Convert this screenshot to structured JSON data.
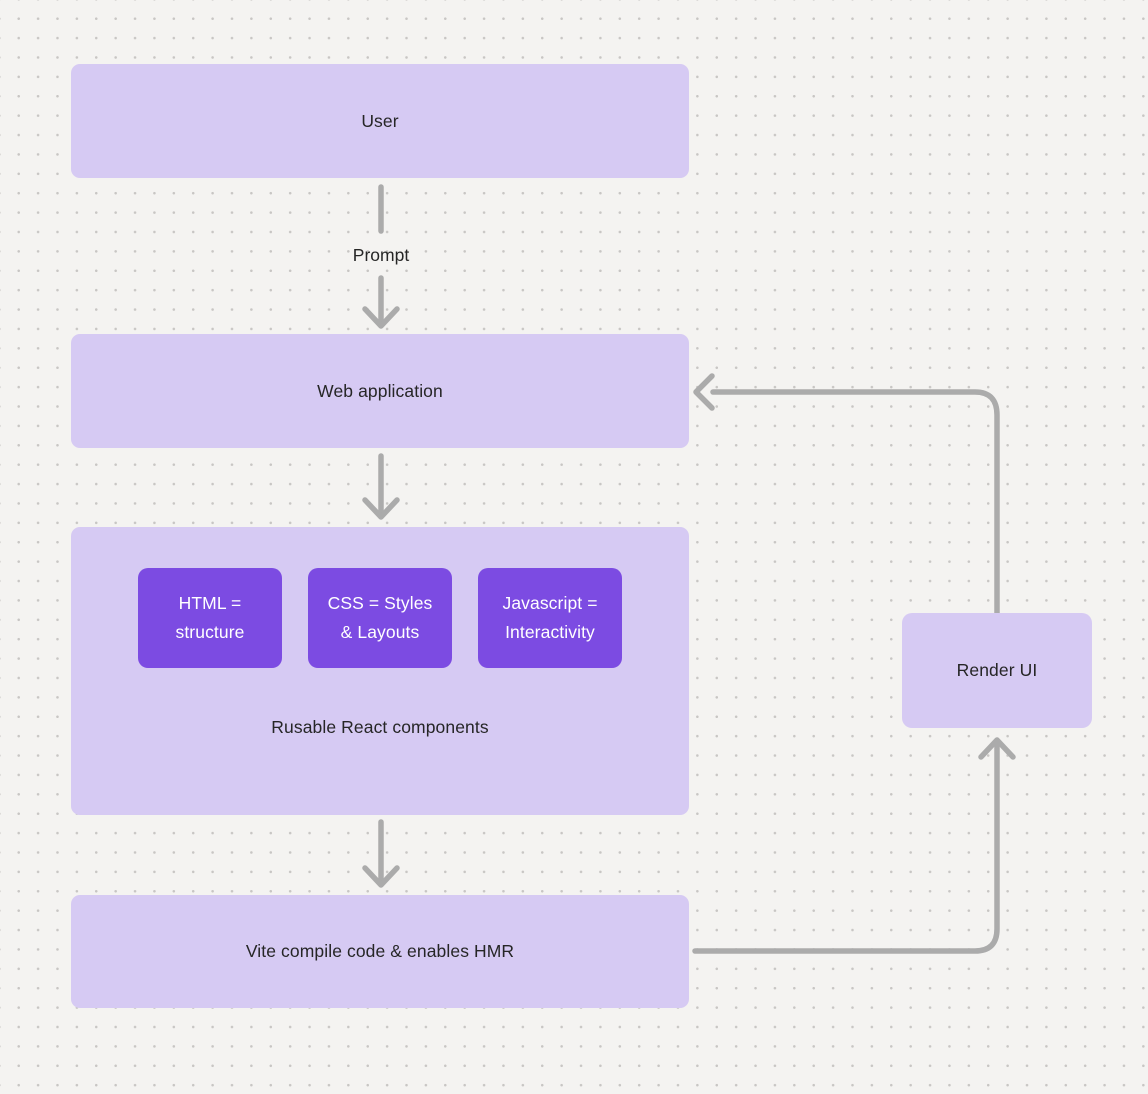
{
  "canvas": {
    "background": "#f4f3f1",
    "dot_color": "#c8c6c4"
  },
  "colors": {
    "node_light": "#d6caf3",
    "node_dark": "#7c4be2",
    "connector": "#ababab",
    "text_dark": "#262626",
    "text_light": "#ffffff"
  },
  "nodes": {
    "user": {
      "label": "User"
    },
    "web_application": {
      "label": "Web application"
    },
    "components_group": {
      "caption": "Rusable React components",
      "children": [
        {
          "label": "HTML = structure"
        },
        {
          "label": "CSS = Styles & Layouts"
        },
        {
          "label": "Javascript = Interactivity"
        }
      ]
    },
    "vite": {
      "label": "Vite compile code & enables HMR"
    },
    "render_ui": {
      "label": "Render UI"
    }
  },
  "edges": {
    "prompt_label": "Prompt"
  }
}
